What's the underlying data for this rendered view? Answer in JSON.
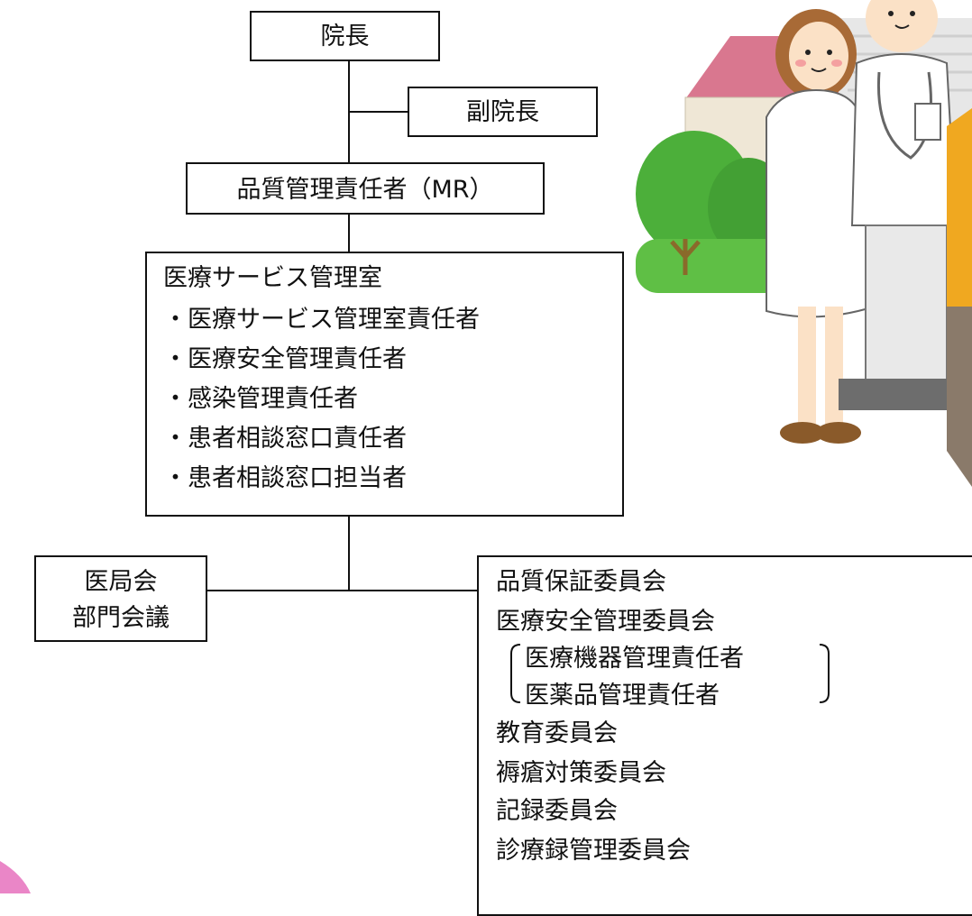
{
  "org": {
    "director": "院長",
    "vice_director": "副院長",
    "quality_manager": "品質管理責任者（MR）",
    "office": {
      "title": "医療サービス管理室",
      "members": [
        "・医療サービス管理室責任者",
        "・医療安全管理責任者",
        "・感染管理責任者",
        "・患者相談窓口責任者",
        "・患者相談窓口担当者"
      ]
    },
    "medical_bureau": {
      "line1": "医局会",
      "line2": "部門会議"
    },
    "committees": [
      "品質保証委員会",
      "医療安全管理委員会",
      "医療機器管理責任者",
      "医薬品管理責任者",
      "教育委員会",
      "褥瘡対策委員会",
      "記録委員会",
      "診療録管理委員会"
    ]
  },
  "colors": {
    "line": "#111111",
    "tree": "#4caf3a",
    "roof": "#d9778f",
    "accent": "#f0a820"
  }
}
